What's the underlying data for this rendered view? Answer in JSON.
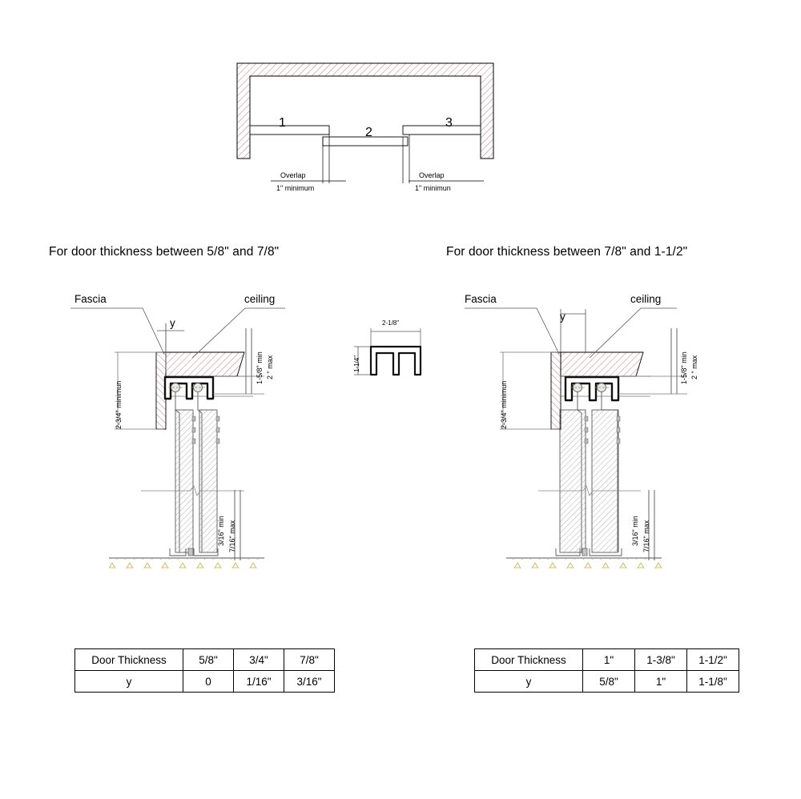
{
  "drawing": {
    "title": "Sliding door track installation detail",
    "colors": {
      "wall_hatch": "#c9818e",
      "ceiling_hatch": "#c9818e",
      "door_hatch": "#8f8f8f",
      "floor_hatch": "#d9c06a",
      "line": "#000000",
      "thin_line": "#707070",
      "track_bold": "#1a1a1a",
      "center_mark": "#7ea53a"
    }
  },
  "plan_view": {
    "panel_labels": [
      "1",
      "2",
      "3"
    ],
    "overlap_notes": [
      {
        "label": "Overlap",
        "value": "1\" minimum"
      },
      {
        "label": "Overlap",
        "value": "1\" minimun"
      }
    ]
  },
  "left_detail": {
    "heading": "For door thickness between 5/8\" and 7/8\"",
    "callouts": {
      "fascia": "Fascia",
      "ceiling": "ceiling",
      "y": "y"
    },
    "dimensions": {
      "left_vertical": "2-3/4\" minimun",
      "right_min": "1-5/8\" min",
      "right_max": "2 \" max",
      "floor_min": "3/16\" min",
      "floor_max": "7/16\" max"
    },
    "table": {
      "rows": [
        {
          "header": "Door Thickness",
          "values": [
            "5/8\"",
            "3/4\"",
            "7/8\""
          ]
        },
        {
          "header": "y",
          "values": [
            "0",
            "1/16\"",
            "3/16\""
          ]
        }
      ]
    }
  },
  "right_detail": {
    "heading": "For door thickness between 7/8\" and 1-1/2\"",
    "callouts": {
      "fascia": "Fascia",
      "ceiling": "ceiling",
      "y": "y"
    },
    "dimensions": {
      "left_vertical": "2-3/4\" minimun",
      "right_min": "1-5/8\" min",
      "right_max": "2 \" max",
      "floor_min": "3/16\" min",
      "floor_max": "7/16\" max"
    },
    "table": {
      "rows": [
        {
          "header": "Door Thickness",
          "values": [
            "1\"",
            "1-3/8\"",
            "1-1/2\""
          ]
        },
        {
          "header": "y",
          "values": [
            "5/8\"",
            "1\"",
            "1-1/8\""
          ]
        }
      ]
    }
  },
  "track_section": {
    "width_label": "2-1/8\"",
    "height_label": "1-1/4\""
  }
}
